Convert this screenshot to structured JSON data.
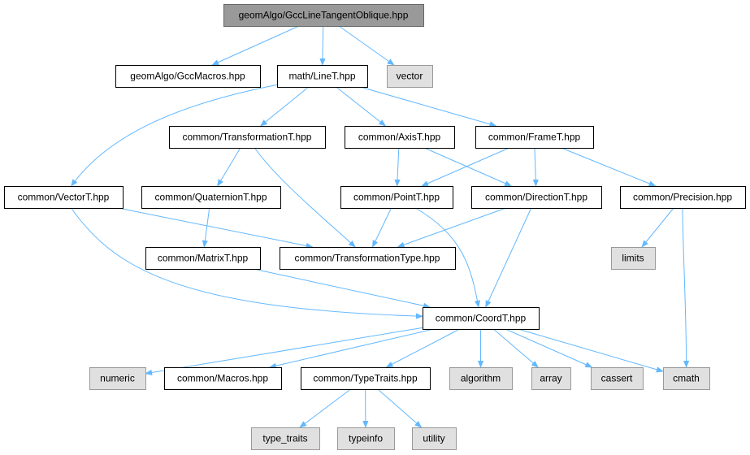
{
  "colors": {
    "edge": "#63b8ff",
    "node_border": "#000000",
    "node_fill": "#ffffff",
    "root_fill": "#999999",
    "root_border": "#666666",
    "system_fill": "#e0e0e0",
    "system_border": "#999999"
  },
  "nodes": [
    {
      "id": "root",
      "label": "geomAlgo/GccLineTangentOblique.hpp",
      "kind": "root"
    },
    {
      "id": "gccmacros",
      "label": "geomAlgo/GccMacros.hpp",
      "kind": "file"
    },
    {
      "id": "linet",
      "label": "math/LineT.hpp",
      "kind": "file"
    },
    {
      "id": "vector",
      "label": "vector",
      "kind": "system"
    },
    {
      "id": "transformationt",
      "label": "common/TransformationT.hpp",
      "kind": "file"
    },
    {
      "id": "axist",
      "label": "common/AxisT.hpp",
      "kind": "file"
    },
    {
      "id": "framet",
      "label": "common/FrameT.hpp",
      "kind": "file"
    },
    {
      "id": "vectort",
      "label": "common/VectorT.hpp",
      "kind": "file"
    },
    {
      "id": "quaterniont",
      "label": "common/QuaternionT.hpp",
      "kind": "file"
    },
    {
      "id": "pointt",
      "label": "common/PointT.hpp",
      "kind": "file"
    },
    {
      "id": "directiont",
      "label": "common/DirectionT.hpp",
      "kind": "file"
    },
    {
      "id": "precision",
      "label": "common/Precision.hpp",
      "kind": "file"
    },
    {
      "id": "matrixt",
      "label": "common/MatrixT.hpp",
      "kind": "file"
    },
    {
      "id": "transformationtype",
      "label": "common/TransformationType.hpp",
      "kind": "file"
    },
    {
      "id": "limits",
      "label": "limits",
      "kind": "system"
    },
    {
      "id": "coordt",
      "label": "common/CoordT.hpp",
      "kind": "file"
    },
    {
      "id": "numeric",
      "label": "numeric",
      "kind": "system"
    },
    {
      "id": "macros",
      "label": "common/Macros.hpp",
      "kind": "file"
    },
    {
      "id": "typetraits",
      "label": "common/TypeTraits.hpp",
      "kind": "file"
    },
    {
      "id": "algorithm",
      "label": "algorithm",
      "kind": "system"
    },
    {
      "id": "array",
      "label": "array",
      "kind": "system"
    },
    {
      "id": "cassert",
      "label": "cassert",
      "kind": "system"
    },
    {
      "id": "cmath",
      "label": "cmath",
      "kind": "system"
    },
    {
      "id": "type_traits",
      "label": "type_traits",
      "kind": "system"
    },
    {
      "id": "typeinfo",
      "label": "typeinfo",
      "kind": "system"
    },
    {
      "id": "utility",
      "label": "utility",
      "kind": "system"
    }
  ],
  "edges": [
    [
      "root",
      "gccmacros"
    ],
    [
      "root",
      "linet"
    ],
    [
      "root",
      "vector"
    ],
    [
      "linet",
      "transformationt"
    ],
    [
      "linet",
      "axist"
    ],
    [
      "linet",
      "framet"
    ],
    [
      "linet",
      "vectort"
    ],
    [
      "transformationt",
      "quaterniont"
    ],
    [
      "transformationt",
      "transformationtype"
    ],
    [
      "axist",
      "pointt"
    ],
    [
      "axist",
      "directiont"
    ],
    [
      "framet",
      "pointt"
    ],
    [
      "framet",
      "directiont"
    ],
    [
      "framet",
      "precision"
    ],
    [
      "vectort",
      "transformationtype"
    ],
    [
      "vectort",
      "coordt"
    ],
    [
      "quaterniont",
      "matrixt"
    ],
    [
      "pointt",
      "transformationtype"
    ],
    [
      "pointt",
      "coordt"
    ],
    [
      "directiont",
      "transformationtype"
    ],
    [
      "directiont",
      "coordt"
    ],
    [
      "precision",
      "limits"
    ],
    [
      "precision",
      "cmath"
    ],
    [
      "matrixt",
      "coordt"
    ],
    [
      "coordt",
      "numeric"
    ],
    [
      "coordt",
      "macros"
    ],
    [
      "coordt",
      "typetraits"
    ],
    [
      "coordt",
      "algorithm"
    ],
    [
      "coordt",
      "array"
    ],
    [
      "coordt",
      "cassert"
    ],
    [
      "coordt",
      "cmath"
    ],
    [
      "typetraits",
      "type_traits"
    ],
    [
      "typetraits",
      "typeinfo"
    ],
    [
      "typetraits",
      "utility"
    ]
  ]
}
